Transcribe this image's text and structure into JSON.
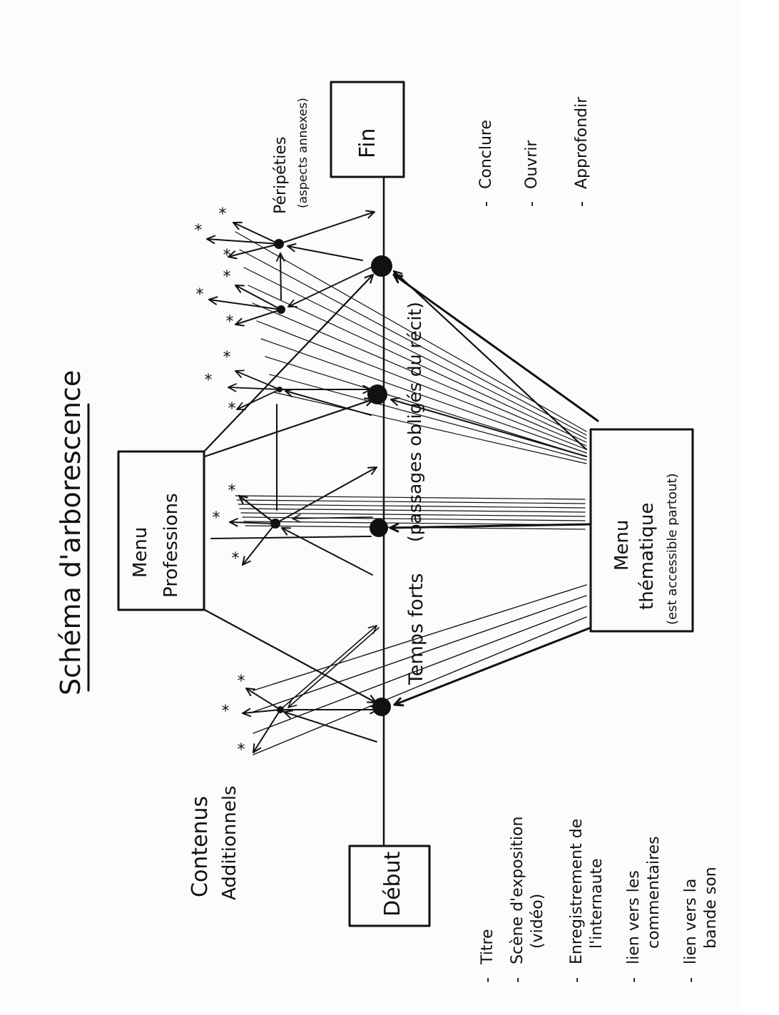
{
  "title": "Schéma d'arborescence",
  "nodes": {
    "start": "Début",
    "end": "Fin",
    "menu_professions": {
      "line1": "Menu",
      "line2": "Professions"
    },
    "menu_thematique": {
      "line1": "Menu",
      "line2": "thématique",
      "line3": "(est accessible partout)"
    }
  },
  "labels": {
    "additional_content": {
      "line1": "Contenus",
      "line2": "Additionnels"
    },
    "highlights": "Temps forts",
    "highlights_note": "(passages obligés du récit)",
    "peripeties": {
      "line1": "Péripéties",
      "line2": "(aspects annexes)"
    },
    "asterisk": "*"
  },
  "start_items": [
    {
      "bullet": "-",
      "line1": "Titre",
      "line2": ""
    },
    {
      "bullet": "-",
      "line1": "Scène d'exposition",
      "line2": "(vidéo)"
    },
    {
      "bullet": "-",
      "line1": "Enregistrement de",
      "line2": "l'internaute"
    },
    {
      "bullet": "-",
      "line1": "lien vers les",
      "line2": "commentaires"
    },
    {
      "bullet": "-",
      "line1": "lien vers la",
      "line2": "bande son"
    }
  ],
  "end_items": [
    {
      "bullet": "-",
      "label": "Conclure"
    },
    {
      "bullet": "-",
      "label": "Ouvrir"
    },
    {
      "bullet": "-",
      "label": "Approfondir"
    }
  ],
  "colors": {
    "ink": "#111111",
    "paper": "#fcfcfb"
  }
}
